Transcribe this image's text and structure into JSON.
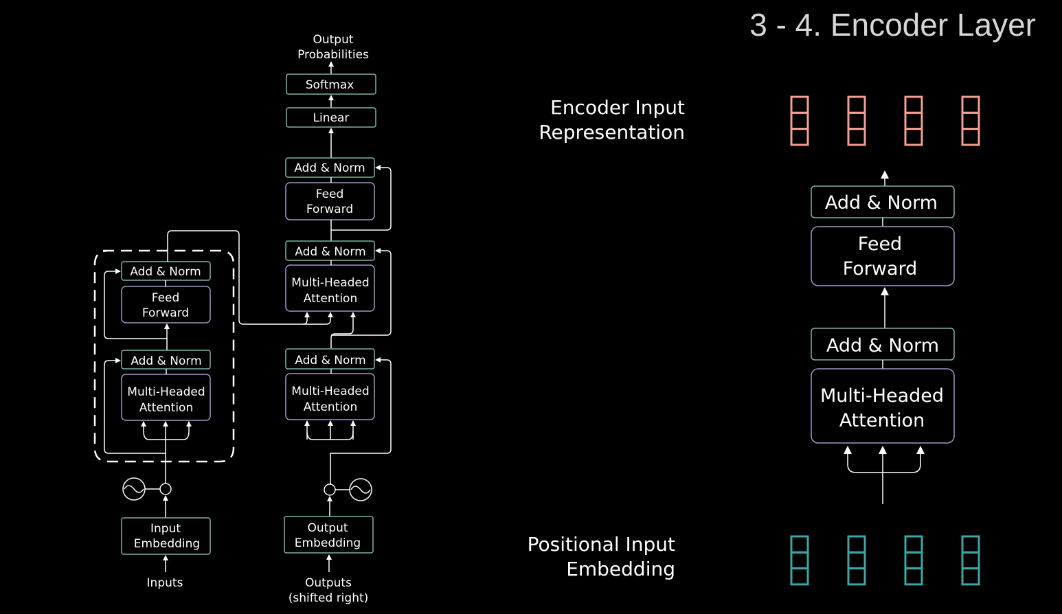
{
  "title": "3 - 4. Encoder Layer",
  "left_diagram": {
    "output_probabilities": [
      "Output",
      "Probabilities"
    ],
    "softmax": "Softmax",
    "linear": "Linear",
    "add_norm": "Add & Norm",
    "feed_forward": [
      "Feed",
      "Forward"
    ],
    "multi_headed_attention": [
      "Multi-Headed",
      "Attention"
    ],
    "input_embedding": [
      "Input",
      "Embedding"
    ],
    "output_embedding": [
      "Output",
      "Embedding"
    ],
    "inputs": "Inputs",
    "outputs": [
      "Outputs",
      "(shifted right)"
    ]
  },
  "right_diagram": {
    "encoder_input_label": [
      "Encoder Input",
      "Representation"
    ],
    "positional_label": [
      "Positional Input",
      "Embedding"
    ],
    "add_norm": "Add & Norm",
    "feed_forward": [
      "Feed",
      "Forward"
    ],
    "multi_headed_attention": [
      "Multi-Headed",
      "Attention"
    ],
    "vector_count": 4,
    "encoder_vector_color": "#f2a091",
    "positional_vector_color": "#3aa7a4"
  },
  "colors": {
    "background": "#000000",
    "box_green": "#7fb3a6",
    "box_purple": "#9f97c9"
  }
}
